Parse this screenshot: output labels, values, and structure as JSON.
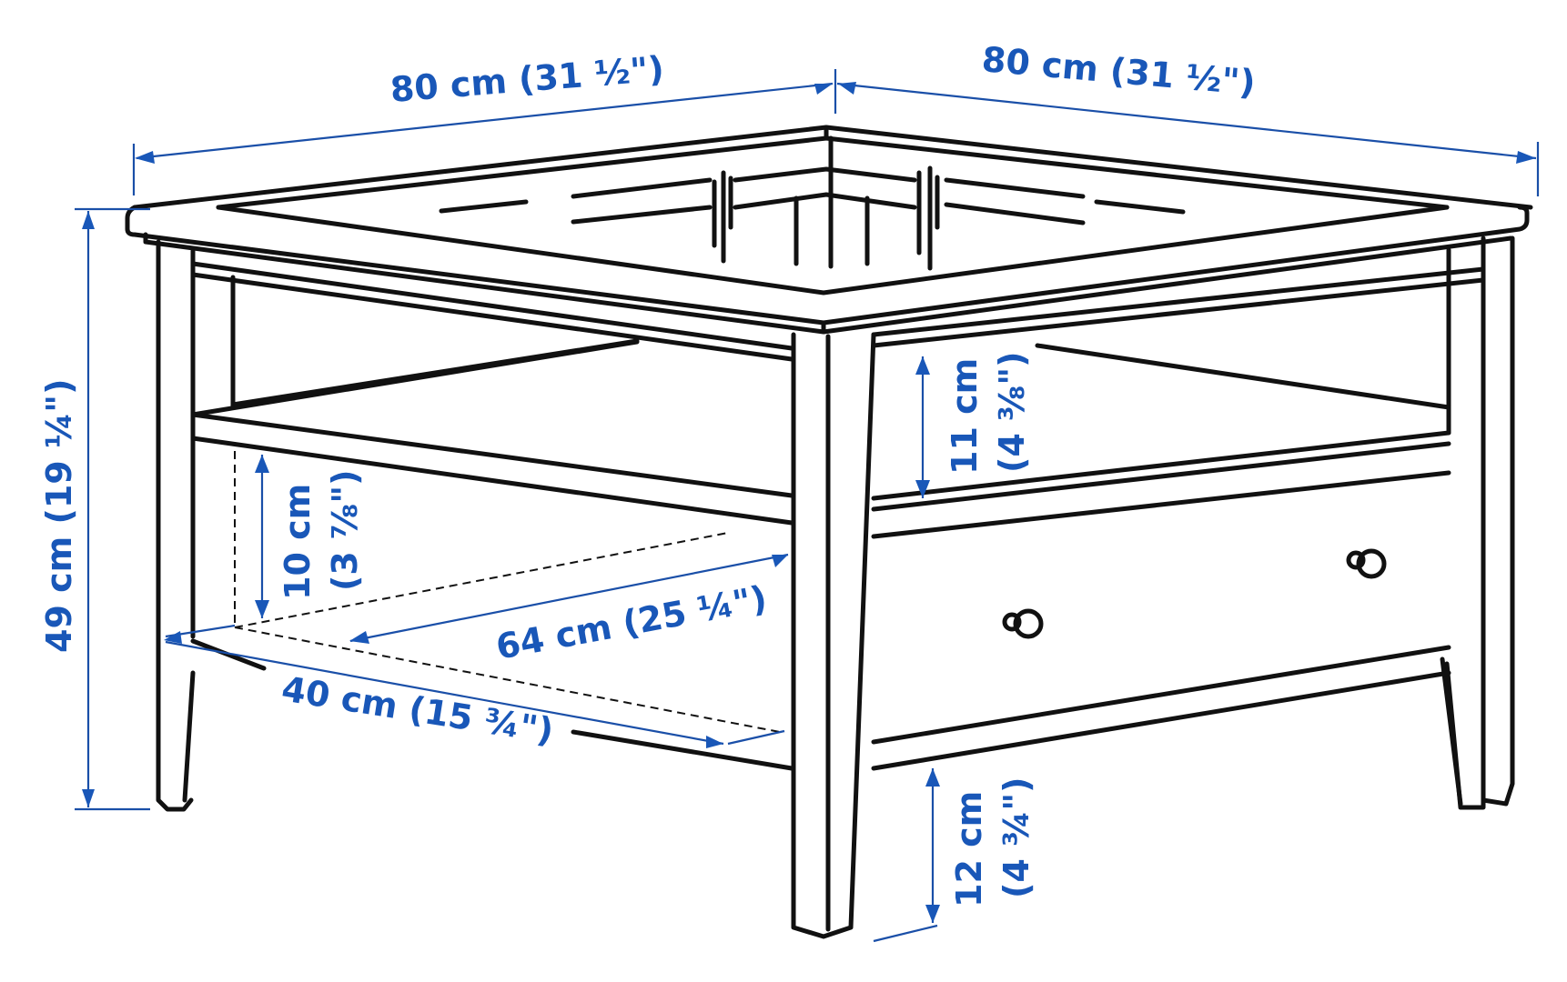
{
  "diagram": {
    "subject": "Square coffee table with glass top, open shelf and drawers",
    "colors": {
      "line": "#111111",
      "dimension": "#1957b8",
      "background": "#ffffff"
    },
    "dimensions": {
      "width_left": "80 cm (31 ½\")",
      "width_right": "80 cm (31 ½\")",
      "height_total": "49 cm (19 ¼\")",
      "shelf_clearance": "11 cm (4 ⅜\")",
      "drawer_depth_inner_height": "10 cm (3 ⅞\")",
      "drawer_inner_width": "64 cm (25 ¼\")",
      "drawer_inner_depth": "40 cm (15 ¾\")",
      "floor_clearance": "12 cm (4 ¾\")"
    },
    "labels_split": {
      "shelf_cm": "11 cm",
      "shelf_in": "(4 ⅜\")",
      "drawer_h_cm": "10 cm",
      "drawer_h_in": "(3 ⅞\")",
      "floor_cm": "12 cm",
      "floor_in": "(4 ¾\")"
    }
  }
}
